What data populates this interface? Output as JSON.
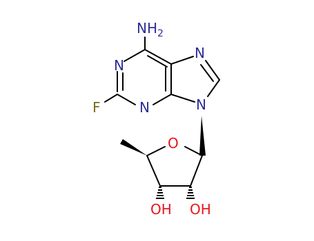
{
  "molecule": {
    "atoms": {
      "amine_n": "NH",
      "amine_sub": "2",
      "n1": "N",
      "n3": "N",
      "n7": "N",
      "n9": "N",
      "fluorine": "F",
      "ring_o": "O",
      "oh_left": "OH",
      "oh_right": "OH"
    },
    "colors": {
      "nitrogen": "#2d2d9a",
      "fluorine": "#7a6a1a",
      "oxygen": "#e8161b",
      "bond": "#000000"
    }
  }
}
